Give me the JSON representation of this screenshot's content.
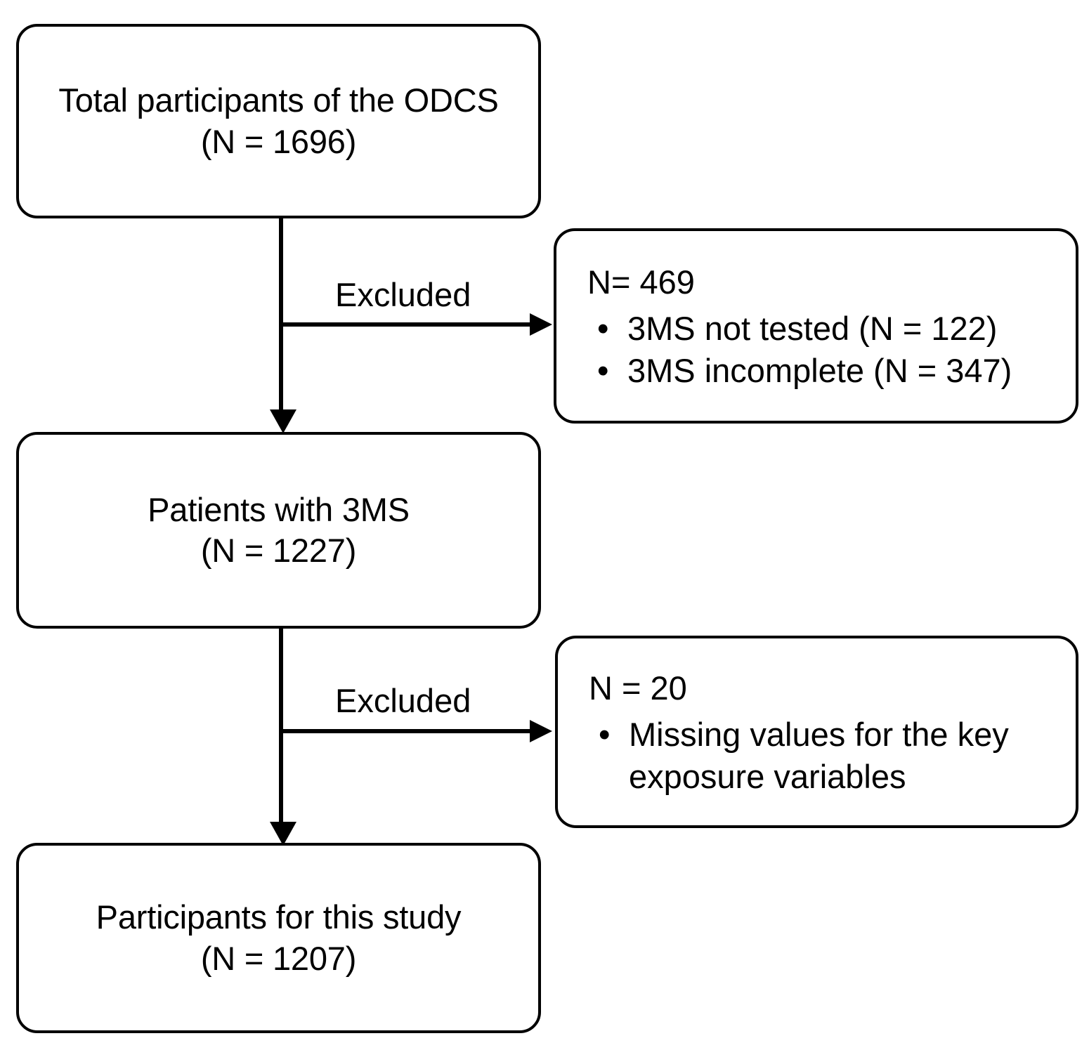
{
  "diagram": {
    "type": "flowchart",
    "orientation": "top-down",
    "title": "Study participant flow diagram"
  },
  "nodes": {
    "total_participants": {
      "label": "Total participants of the ODCS",
      "count_line": "(N = 1696)",
      "n": 1696
    },
    "patients_with_3ms": {
      "label": "Patients with 3MS",
      "count_line": "(N = 1227)",
      "n": 1227
    },
    "final_participants": {
      "label": "Participants for this study",
      "count_line": "(N = 1207)",
      "n": 1207
    }
  },
  "exclusions": [
    {
      "edge_label": "Excluded",
      "count_line": "N= 469",
      "n": 469,
      "bullet": "•",
      "reasons": [
        "3MS not tested (N = 122)",
        "3MS incomplete (N = 347)"
      ]
    },
    {
      "edge_label": "Excluded",
      "count_line": "N = 20",
      "n": 20,
      "bullet": "•",
      "reasons": [
        "Missing values for the key exposure variables"
      ]
    }
  ],
  "colors": {
    "stroke": "#000000",
    "fill": "#ffffff",
    "text": "#000000"
  }
}
